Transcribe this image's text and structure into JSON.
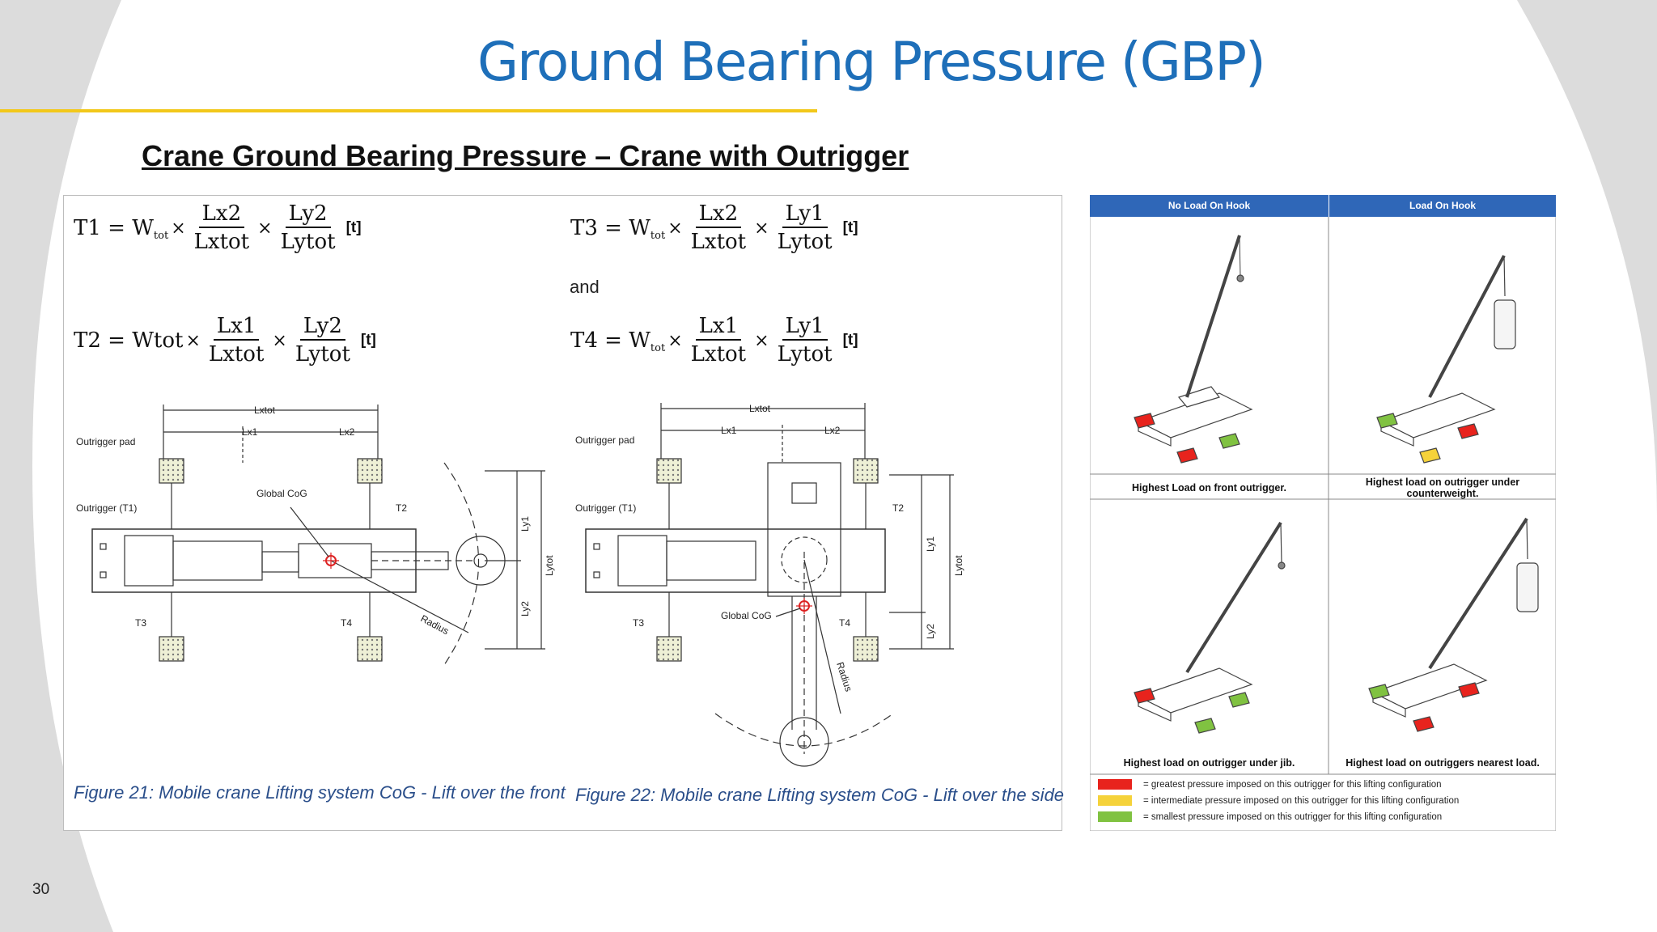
{
  "slide": {
    "title": "Ground Bearing Pressure (GBP)",
    "subtitle": "Crane Ground Bearing Pressure – Crane with Outrigger",
    "page_number": "30",
    "colors": {
      "title": "#1e6fb9",
      "rule": "#f2c81a",
      "table_header": "#2f67b8"
    }
  },
  "formulas": {
    "T1": {
      "lhs": "T1 = W",
      "w_sub": "tot",
      "f1_num": "Lx2",
      "f1_den": "Lxtot",
      "f2_num": "Ly2",
      "f2_den": "Lytot",
      "unit": "[t]"
    },
    "T2": {
      "lhs": "T2 = Wtot",
      "w_sub": "",
      "f1_num": "Lx1",
      "f1_den": "Lxtot",
      "f2_num": "Ly2",
      "f2_den": "Lytot",
      "unit": "[t]"
    },
    "T3": {
      "lhs": "T3 = W",
      "w_sub": "tot",
      "f1_num": "Lx2",
      "f1_den": "Lxtot",
      "f2_num": "Ly1",
      "f2_den": "Lytot",
      "unit": "[t]"
    },
    "T4": {
      "lhs": "T4 = W",
      "w_sub": "tot",
      "f1_num": "Lx1",
      "f1_den": "Lxtot",
      "f2_num": "Ly1",
      "f2_den": "Lytot",
      "unit": "[t]"
    },
    "and_text": "and",
    "times": "×"
  },
  "figure21": {
    "caption": "Figure 21: Mobile crane Lifting system CoG - Lift over the front",
    "labels": {
      "lxtot": "Lxtot",
      "lx1": "Lx1",
      "lx2": "Lx2",
      "outrigger_pad": "Outrigger pad",
      "outrigger_t1": "Outrigger (T1)",
      "global_cog": "Global CoG",
      "t2": "T2",
      "t3": "T3",
      "t4": "T4",
      "ly1": "Ly1",
      "ly2": "Ly2",
      "lytot": "Lytot",
      "radius": "Radius"
    }
  },
  "figure22": {
    "caption": "Figure 22: Mobile crane Lifting system CoG - Lift over the side",
    "labels": {
      "lxtot": "Lxtot",
      "lx1": "Lx1",
      "lx2": "Lx2",
      "outrigger_pad": "Outrigger pad",
      "outrigger_t1": "Outrigger (T1)",
      "global_cog": "Global CoG",
      "t2": "T2",
      "t3": "T3",
      "t4": "T4",
      "ly1": "Ly1",
      "ly2": "Ly2",
      "lytot": "Lytot",
      "radius": "Radius"
    }
  },
  "load_table": {
    "headers": [
      "No Load On Hook",
      "Load On Hook"
    ],
    "cells": [
      {
        "caption": "Highest Load on front outrigger."
      },
      {
        "caption": "Highest load on outrigger under counterweight."
      },
      {
        "caption": "Highest load on outrigger under jib."
      },
      {
        "caption": "Highest load on outriggers nearest load."
      }
    ],
    "legend": [
      {
        "color": "#e8231d",
        "text": "= greatest pressure imposed on this outrigger for this lifting configuration"
      },
      {
        "color": "#f5d23a",
        "text": "= intermediate pressure imposed on this outrigger for this lifting configuration"
      },
      {
        "color": "#80c241",
        "text": "= smallest pressure imposed on this outrigger for this lifting configuration"
      }
    ]
  }
}
